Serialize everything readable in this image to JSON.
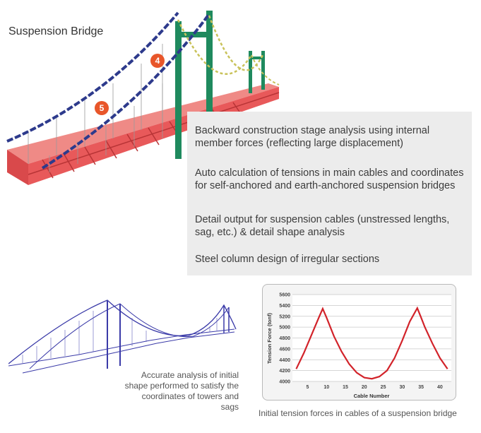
{
  "title": "Suspension Bridge",
  "badges": [
    "4",
    "5"
  ],
  "features": [
    "Backward construction stage analysis using internal member forces (reflecting large displacement)",
    "Auto calculation of tensions in main cables and coordinates for self-anchored and earth-anchored suspension bridges",
    "Detail output for suspension cables (unstressed lengths, sag, etc.) & detail shape analysis",
    "Steel column design of irregular sections"
  ],
  "wire_caption": "Accurate analysis of initial shape performed to satisfy the coordinates of towers and sags",
  "chart_caption": "Initial tension forces in cables of a suspension bridge",
  "colors": {
    "deck": "#e8595a",
    "tower": "#1f8a5e",
    "cable": "#2d3a8c",
    "wire": "#3a3aa8",
    "curve": "#d2232a"
  },
  "chart_data": {
    "type": "line",
    "xlabel": "Cable Number",
    "ylabel": "Tension Force (tonf)",
    "xlim": [
      1,
      43
    ],
    "ylim": [
      4000,
      5600
    ],
    "xticks": [
      5,
      10,
      15,
      20,
      25,
      30,
      35,
      40
    ],
    "yticks": [
      4000,
      4200,
      4400,
      4600,
      4800,
      5000,
      5200,
      5400,
      5600
    ],
    "grid": true,
    "series": [
      {
        "x": [
          2,
          4,
          6,
          8,
          9,
          10,
          12,
          14,
          16,
          18,
          20,
          22,
          24,
          26,
          28,
          30,
          32,
          34,
          35,
          36,
          38,
          40,
          42
        ],
        "y": [
          4230,
          4520,
          4850,
          5180,
          5340,
          5180,
          4830,
          4550,
          4320,
          4160,
          4070,
          4050,
          4090,
          4200,
          4430,
          4750,
          5100,
          5350,
          5180,
          5000,
          4700,
          4430,
          4230
        ]
      }
    ]
  }
}
